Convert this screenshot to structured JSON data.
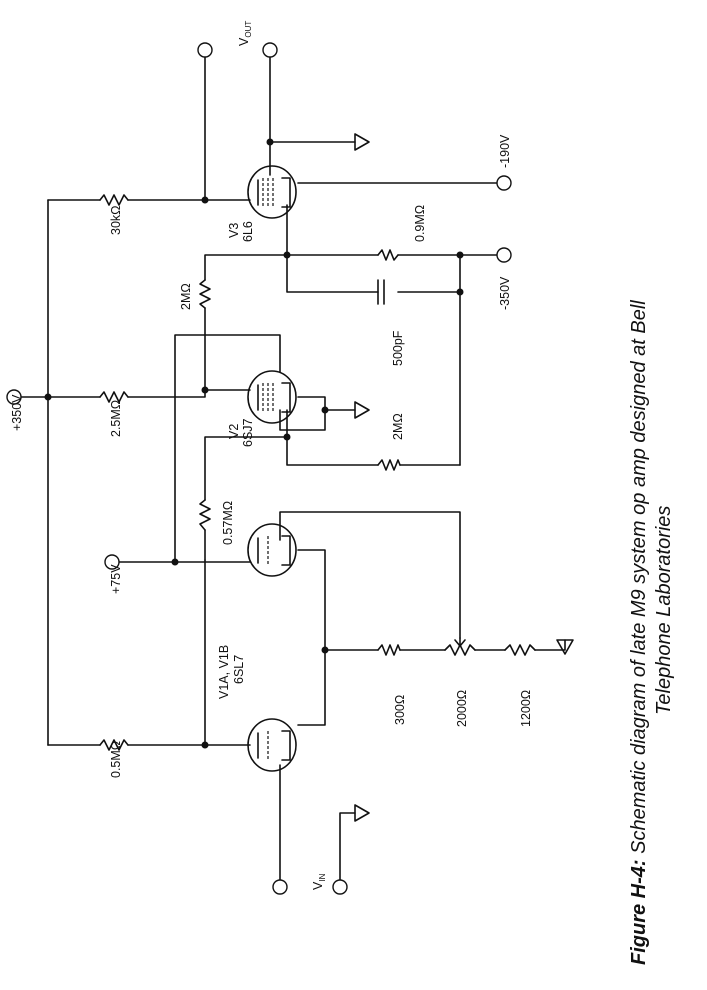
{
  "caption": {
    "figure_label": "Figure H-4:",
    "line1": "Schematic diagram of late M9 system op amp designed at Bell",
    "line2": "Telephone Laboratories"
  },
  "labels": {
    "supply_pos350": "+350V",
    "supply_pos75": "+75V",
    "supply_neg190": "-190V",
    "supply_neg350": "-350V",
    "vout_main": "V",
    "vout_sub": "OUT",
    "vin_main": "V",
    "vin_sub": "IN",
    "r_30k": "30kΩ",
    "r_2_5m": "2.5MΩ",
    "r_0_5m": "0.5MΩ",
    "r_2m_a": "2MΩ",
    "r_0_9m": "0.9MΩ",
    "c_500p": "500pF",
    "r_2m_b": "2MΩ",
    "r_0_57m": "0.57MΩ",
    "r_300": "300Ω",
    "r_2000": "2000Ω",
    "r_1200": "1200Ω",
    "v3_name": "V3",
    "v3_type": "6L6",
    "v2_name": "V2",
    "v2_type": "6SJ7",
    "v1_name": "V1A, V1B",
    "v1_type": "6SL7"
  }
}
